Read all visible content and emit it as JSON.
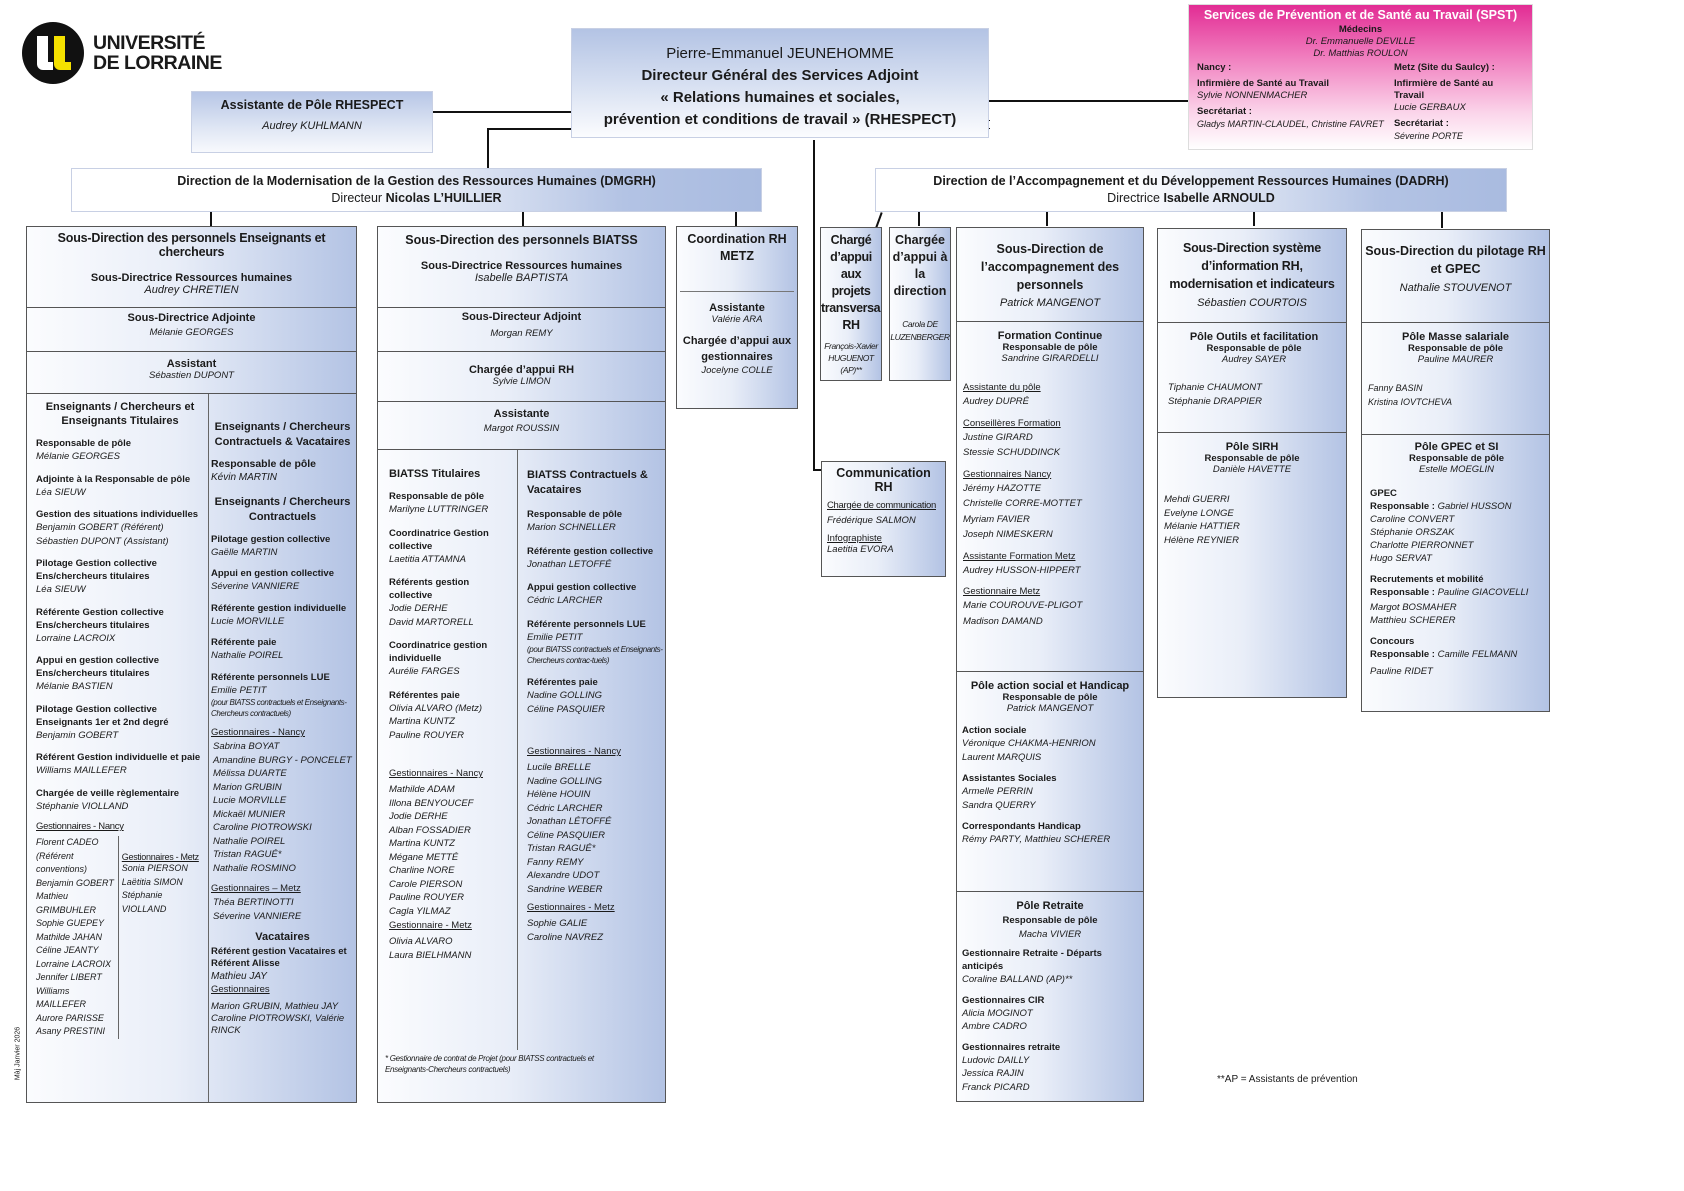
{
  "logo": {
    "line1": "UNIVERSITÉ",
    "line2": "DE LORRAINE",
    "colors": {
      "dark": "#1a1a1a",
      "yellow": "#f5e100"
    }
  },
  "top": {
    "name": "Pierre-Emmanuel JEUNEHOMME",
    "title": "Directeur Général des Services Adjoint",
    "line3": "« Relations humaines et sociales,",
    "line4": "prévention et conditions de travail » (RHESPECT)"
  },
  "assistante_pole": {
    "title": "Assistante de Pôle RHESPECT",
    "name": "Audrey KUHLMANN"
  },
  "spst": {
    "title": "Services de Prévention et de Santé au Travail (SPST)",
    "medecins_label": "Médecins",
    "medecins": [
      "Dr. Emmanuelle DEVILLE",
      "Dr. Matthias ROULON"
    ],
    "nancy": {
      "label": "Nancy :",
      "inf_label": "Infirmière de Santé au Travail",
      "inf": "Sylvie NONNENMACHER",
      "sec_label": "Secrétariat :",
      "sec": "Gladys MARTIN-CLAUDEL, Christine FAVRET"
    },
    "metz": {
      "label": "Metz (Site du Saulcy) :",
      "inf_label": "Infirmière de Santé au Travail",
      "inf": "Lucie GERBAUX",
      "sec_label": "Secrétariat :",
      "sec": "Séverine PORTE"
    },
    "color": "#e22c94"
  },
  "dmgrh": {
    "title": "Direction de la Modernisation de la Gestion des Ressources Humaines (DMGRH)",
    "role": "Directeur",
    "name": "Nicolas L’HUILLIER"
  },
  "dadrh": {
    "title": "Direction de l’Accompagnement et du Développement Ressources Humaines (DADRH)",
    "role": "Directrice",
    "name": "Isabelle ARNOULD"
  },
  "sd_ens": {
    "title": "Sous-Direction des personnels Enseignants et chercheurs",
    "s1_label": "Sous-Directrice Ressources humaines",
    "s1_name": "Audrey CHRETIEN",
    "s2_label": "Sous-Directrice Adjointe",
    "s2_name": "Mélanie GEORGES",
    "s3_label": "Assistant",
    "s3_name": "Sébastien DUPONT",
    "left": {
      "title": "Enseignants / Chercheurs et Enseignants Titulaires",
      "groups": [
        {
          "label": "Responsable de pôle",
          "names": [
            "Mélanie GEORGES"
          ]
        },
        {
          "label": "Adjointe à la Responsable de pôle",
          "names": [
            "Léa SIEUW"
          ]
        },
        {
          "label": "Gestion des situations individuelles",
          "names": [
            "Benjamin GOBERT (Référent)",
            "Sébastien DUPONT (Assistant)"
          ]
        },
        {
          "label": "Pilotage Gestion collective Ens/chercheurs titulaires",
          "names": [
            "Léa SIEUW"
          ]
        },
        {
          "label": "Référente Gestion collective Ens/chercheurs titulaires",
          "names": [
            "Lorraine LACROIX"
          ]
        },
        {
          "label": "Appui en gestion collective Ens/chercheurs titulaires",
          "names": [
            "Mélanie BASTIEN"
          ]
        },
        {
          "label": "Pilotage Gestion collective Enseignants 1er et 2nd degré",
          "names": [
            "Benjamin GOBERT"
          ]
        },
        {
          "label": "Référent Gestion individuelle et paie",
          "names": [
            "Williams MAILLEFER"
          ]
        },
        {
          "label": "Chargée de veille règlementaire",
          "names": [
            "Stéphanie VIOLLAND"
          ]
        }
      ],
      "gest_nancy_label": "Gestionnaires - Nancy",
      "gest_nancy": [
        "Florent CADEO",
        "(Référent conventions)",
        "Benjamin GOBERT",
        "Mathieu GRIMBUHLER",
        "Sophie GUEPEY",
        "Mathilde JAHAN",
        "Céline JEANTY",
        "Lorraine LACROIX",
        "Jennifer LIBERT",
        "Williams MAILLEFER",
        "Aurore PARISSE",
        "Asany PRESTINI"
      ],
      "gest_metz_label": "Gestionnaires - Metz",
      "gest_metz": [
        "Sonia  PIERSON",
        "Laëtitia SIMON",
        "Stéphanie VIOLLAND"
      ]
    },
    "right": {
      "title": "Enseignants / Chercheurs Contractuels & Vacataires",
      "resp_label": "Responsable de pôle",
      "resp_name": "Kévin MARTIN",
      "sub_title": "Enseignants / Chercheurs Contractuels",
      "groups": [
        {
          "label": "Pilotage gestion collective",
          "names": [
            "Gaëlle MARTIN"
          ]
        },
        {
          "label": "Appui en gestion collective",
          "names": [
            "Séverine VANNIERE"
          ]
        },
        {
          "label": "Référente gestion individuelle",
          "names": [
            "Lucie MORVILLE"
          ]
        },
        {
          "label": "Référente paie",
          "names": [
            "Nathalie POIREL"
          ]
        },
        {
          "label": "Référente personnels LUE",
          "names": [
            "Emilie PETIT"
          ],
          "note": "(pour BIATSS contractuels et Enseignants-Chercheurs contractuels)"
        }
      ],
      "gest_nancy_label": "Gestionnaires -  Nancy",
      "gest_nancy": [
        "Sabrina BOYAT",
        "Amandine BURGY - PONCELET",
        "Mélissa DUARTE",
        "Marion GRUBIN",
        "Lucie MORVILLE",
        "Mickaël MUNIER",
        "Caroline PIOTROWSKI",
        "Nathalie POIREL",
        "Tristan RAGUÉ*",
        "Nathalie ROSMINO"
      ],
      "gest_metz_label": "Gestionnaires – Metz",
      "gest_metz": [
        "Théa BERTINOTTI",
        "Séverine VANNIERE"
      ],
      "vac_title": "Vacataires",
      "vac_label": "Référent gestion Vacataires et Référent Alisse",
      "vac_name": "Mathieu JAY",
      "vac_gest_label": "Gestionnaires",
      "vac_gest": "Marion GRUBIN, Mathieu JAY Caroline  PIOTROWSKI,  Valérie RINCK"
    }
  },
  "sd_biatss": {
    "title": "Sous-Direction des personnels BIATSS",
    "s1_label": "Sous-Directrice Ressources humaines",
    "s1_name": "Isabelle BAPTISTA",
    "s2_label": "Sous-Directeur Adjoint",
    "s2_name": "Morgan REMY",
    "s3_label": "Chargée d’appui RH",
    "s3_name": "Sylvie LIMON",
    "s4_label": "Assistante",
    "s4_name": "Margot ROUSSIN",
    "left": {
      "title": "BIATSS Titulaires",
      "groups": [
        {
          "label": "Responsable de pôle",
          "names": [
            "Marilyne LUTTRINGER"
          ]
        },
        {
          "label": "Coordinatrice Gestion collective",
          "names": [
            "Laetitia ATTAMNA"
          ]
        },
        {
          "label": "Référents gestion collective",
          "names": [
            "Jodie DERHE",
            "David MARTORELL"
          ]
        },
        {
          "label": "Coordinatrice gestion individuelle",
          "names": [
            "Aurélie FARGES"
          ]
        },
        {
          "label": "Référentes paie",
          "names": [
            "Olivia ALVARO (Metz)",
            "Martina KUNTZ",
            "Pauline ROUYER"
          ]
        }
      ],
      "gest_nancy_label": "Gestionnaires - Nancy",
      "gest_nancy": [
        "Mathilde ADAM",
        "Illona BENYOUCEF",
        "Jodie DERHE",
        "Alban FOSSADIER",
        "Martina KUNTZ",
        "Mégane METTÉ",
        "Charline NORE",
        "Carole PIERSON",
        "Pauline ROUYER",
        "Cagla YILMAZ"
      ],
      "gest_metz_label": "Gestionnaire - Metz",
      "gest_metz": [
        "Olivia ALVARO",
        "Laura BIELHMANN"
      ]
    },
    "right": {
      "title": "BIATSS Contractuels & Vacataires",
      "groups": [
        {
          "label": "Responsable de pôle",
          "names": [
            "Marion SCHNELLER"
          ]
        },
        {
          "label": "Référente gestion collective",
          "names": [
            "Jonathan LETOFFÉ"
          ]
        },
        {
          "label": "Appui gestion collective",
          "names": [
            "Cédric LARCHER"
          ]
        },
        {
          "label": "Référente personnels LUE",
          "names": [
            "Emilie PETIT"
          ],
          "note": "(pour BIATSS contractuels et Enseignants-Chercheurs contrac-tuels)"
        },
        {
          "label": "Référentes paie",
          "names": [
            "Nadine GOLLING",
            "Céline PASQUIER"
          ]
        }
      ],
      "gest_nancy_label": "Gestionnaires - Nancy",
      "gest_nancy": [
        "Lucile BRELLE",
        "Nadine GOLLING",
        "Hélène HOUIN",
        "Cédric LARCHER",
        "Jonathan LÉTOFFÉ",
        "Céline PASQUIER",
        "Tristan RAGUÉ*",
        "Fanny REMY",
        "Alexandre UDOT",
        "Sandrine WEBER"
      ],
      "gest_metz_label": "Gestionnaires - Metz",
      "gest_metz": [
        "Sophie GALIE",
        "Caroline NAVREZ"
      ]
    },
    "footnote": "* Gestionnaire de contrat de Projet (pour BIATSS contractuels et Enseignants-Chercheurs contractuels)"
  },
  "coord_metz": {
    "title": "Coordination RH METZ",
    "a_label": "Assistante",
    "a_name": "Valérie ARA",
    "b_label": "Chargée d’appui aux gestionnaires",
    "b_name": "Jocelyne COLLE"
  },
  "charge_projets": {
    "title": "Chargé d’appui aux projets transversaux RH",
    "name": "François-Xavier HUGUENOT (AP)**"
  },
  "charge_direction": {
    "title": "Chargée d’appui à la direction",
    "name": "Carola DE LUZENBERGER"
  },
  "communication": {
    "title": "Communication RH",
    "a_label": "Chargée de communication",
    "a_name": "Frédérique SALMON",
    "b_label": "Infographiste",
    "b_name": "Laetitia EVORA"
  },
  "sd_accomp": {
    "title": "Sous-Direction de l’accompagnement des personnels",
    "name": "Patrick MANGENOT",
    "formation": {
      "title": "Formation Continue",
      "resp_label": "Responsable de pôle",
      "resp_name": "Sandrine GIRARDELLI",
      "groups": [
        {
          "label": "Assistante du pôle",
          "names": [
            "Audrey DUPRÉ"
          ]
        },
        {
          "label": "Conseillères Formation",
          "names": [
            "Justine GIRARD",
            "Stessie SCHUDDINCK"
          ]
        },
        {
          "label": "Gestionnaires Nancy",
          "names": [
            "Jérémy HAZOTTE",
            "Christelle CORRE-MOTTET",
            "Myriam FAVIER",
            "Joseph NIMESKERN"
          ]
        },
        {
          "label": "Assistante Formation Metz",
          "names": [
            "Audrey HUSSON-HIPPERT"
          ]
        },
        {
          "label": "Gestionnaire Metz",
          "names": [
            "Marie  COUROUVE-PLIGOT",
            "Madison DAMAND"
          ]
        }
      ]
    },
    "social": {
      "title": "Pôle action social et Handicap",
      "resp_label": "Responsable de pôle",
      "resp_name": "Patrick MANGENOT",
      "groups": [
        {
          "label": "Action sociale",
          "names": [
            "Véronique CHAKMA-HENRION",
            "Laurent MARQUIS"
          ]
        },
        {
          "label": "Assistantes Sociales",
          "names": [
            "Armelle PERRIN",
            "Sandra QUERRY"
          ]
        },
        {
          "label": "Correspondants Handicap",
          "names": [
            "Rémy PARTY, Matthieu SCHERER"
          ]
        }
      ]
    },
    "retraite": {
      "title": "Pôle Retraite",
      "resp_label": "Responsable de pôle",
      "resp_name": "Macha VIVIER",
      "groups": [
        {
          "label": "Gestionnaire Retraite - Départs anticipés",
          "names": [
            "Coraline BALLAND (AP)**"
          ]
        },
        {
          "label": "Gestionnaires CIR",
          "names": [
            "Alicia MOGINOT",
            "Ambre CADRO"
          ]
        },
        {
          "label": "Gestionnaires retraite",
          "names": [
            "Ludovic DAILLY",
            "Jessica RAJIN",
            "Franck PICARD"
          ]
        }
      ]
    }
  },
  "sd_si": {
    "title": "Sous-Direction système d’information RH, modernisation et indicateurs",
    "name": "Sébastien COURTOIS",
    "outils": {
      "title": "Pôle Outils et facilitation",
      "resp_label": "Responsable de pôle",
      "resp_name": "Audrey SAYER",
      "names": [
        "Tiphanie CHAUMONT",
        "Stéphanie DRAPPIER"
      ]
    },
    "sirh": {
      "title": "Pôle SIRH",
      "resp_label": "Responsable de pôle",
      "resp_name": "Danièle HAVETTE",
      "names": [
        "Mehdi GUERRI",
        "Evelyne LONGE",
        "Mélanie HATTIER",
        "Hélène REYNIER"
      ]
    }
  },
  "sd_pilotage": {
    "title": "Sous-Direction du pilotage RH et GPEC",
    "name": "Nathalie STOUVENOT",
    "masse": {
      "title": "Pôle Masse salariale",
      "resp_label": "Responsable de pôle",
      "resp_name": "Pauline MAURER",
      "names": [
        "Fanny BASIN",
        "Kristina IOVTCHEVA"
      ]
    },
    "gpec": {
      "title": "Pôle GPEC et SI",
      "resp_label": "Responsable de pôle",
      "resp_name": "Estelle MOEGLIN",
      "gpec_label": "GPEC",
      "resp_prefix": "Responsable :",
      "gpec_resp": "Gabriel HUSSON",
      "gpec_names": [
        "Caroline CONVERT",
        "Stéphanie ORSZAK",
        "Charlotte PIERRONNET",
        "Hugo SERVAT"
      ],
      "recr_label": "Recrutements et mobilité",
      "recr_resp": "Pauline GIACOVELLI",
      "recr_names": [
        "Margot BOSMAHER",
        "Matthieu SCHERER"
      ],
      "conc_label": "Concours",
      "conc_resp": "Camille FELMANN",
      "conc_names": [
        "Pauline RIDET"
      ]
    }
  },
  "footer": {
    "ap_note": "**AP = Assistants de prévention",
    "update": "Màj Janvier 2026"
  }
}
